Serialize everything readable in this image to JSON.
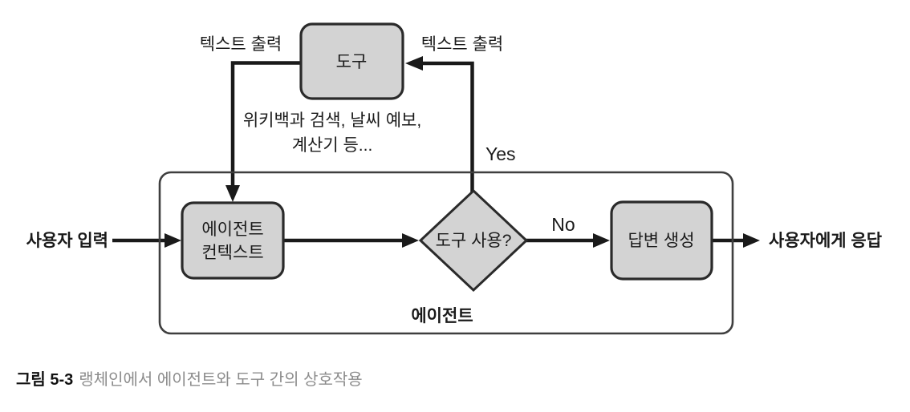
{
  "diagram": {
    "tool_box": {
      "label": "도구"
    },
    "tool_output_label_left": "텍스트 출력",
    "tool_output_label_right": "텍스트 출력",
    "tool_examples_line1": "위키백과 검색, 날씨 예보,",
    "tool_examples_line2": "계산기 등...",
    "yes_label": "Yes",
    "no_label": "No",
    "agent_container_label": "에이전트",
    "context_box": {
      "line1": "에이전트",
      "line2": "컨텍스트"
    },
    "decision_diamond": {
      "label": "도구 사용?"
    },
    "answer_box": {
      "label": "답변 생성"
    },
    "user_input_label": "사용자 입력",
    "user_response_label": "사용자에게 응답"
  },
  "caption": {
    "figure_number": "그림 5-3",
    "text": "랭체인에서 에이전트와 도구 간의 상호작용"
  },
  "colors": {
    "node_fill": "#d3d3d3",
    "node_border": "#2a2a2a",
    "container_border": "#3f3f3f",
    "line": "#1a1a1a",
    "caption_gray": "#8c8c8c",
    "background": "#ffffff"
  }
}
